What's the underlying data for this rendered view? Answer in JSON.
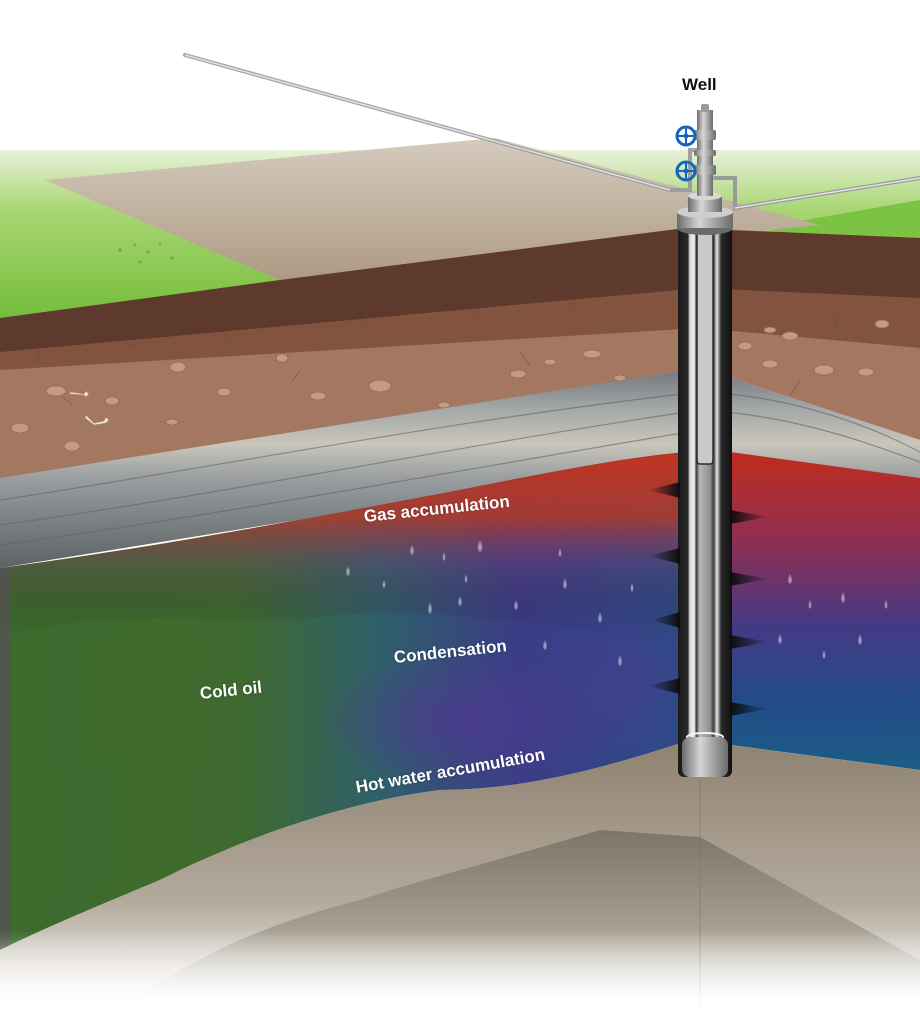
{
  "diagram": {
    "title": "Well reservoir cross-section",
    "labels": {
      "well": "Well",
      "gas_accumulation": "Gas accumulation",
      "condensation": "Condensation",
      "cold_oil": "Cold oil",
      "hot_water_accumulation": "Hot water accumulation"
    },
    "colors": {
      "grass": "#7cc243",
      "gravel_pad": "#b9a993",
      "topsoil_dark": "#5e3b2c",
      "soil_mid": "#8a5a43",
      "soil_light": "#a97a61",
      "rock_gray": "#8d9294",
      "gas_red": "#b8321f",
      "condensation_blue": "#2a5c8c",
      "hot_water_purple": "#4a3a8a",
      "cold_oil_green": "#3c6a2c",
      "bedrock": "#9c8f80",
      "valve_blue": "#1565c0",
      "casing_gray": "#9a9a9a"
    },
    "components": [
      "wellhead",
      "valve",
      "valve",
      "pipeline",
      "pipeline",
      "casing",
      "perforations"
    ]
  }
}
